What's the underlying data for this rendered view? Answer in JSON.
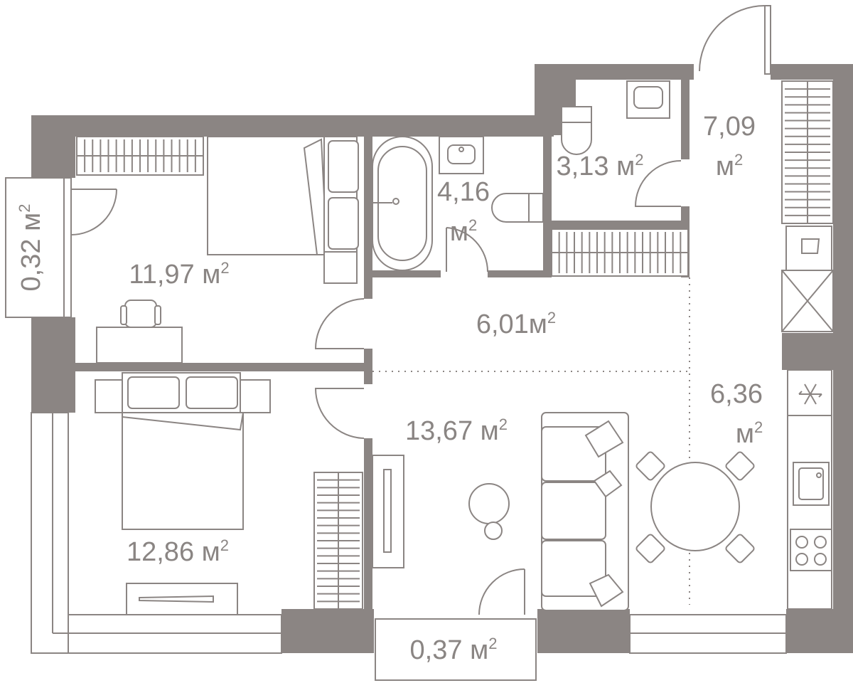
{
  "unit": "м",
  "unit_exponent": "2",
  "rooms": [
    {
      "id": "balcony-left",
      "area": "0,32"
    },
    {
      "id": "bedroom-1",
      "area": "11,97"
    },
    {
      "id": "bathroom",
      "area": "4,16"
    },
    {
      "id": "toilet",
      "area": "3,13"
    },
    {
      "id": "hallway",
      "area": "7,09"
    },
    {
      "id": "corridor",
      "area": "6,01"
    },
    {
      "id": "bedroom-2",
      "area": "12,86"
    },
    {
      "id": "living-room",
      "area": "13,67"
    },
    {
      "id": "kitchen",
      "area": "6,36"
    },
    {
      "id": "balcony-bottom",
      "area": "0,37"
    }
  ],
  "colors": {
    "wall": "#8b8583",
    "label": "#8a8583",
    "background": "#ffffff"
  },
  "icons": [
    "snowflake-icon",
    "sink-icon",
    "stove-icon",
    "bathtub-icon",
    "toilet-icon",
    "bed-icon",
    "sofa-icon",
    "dining-table-icon",
    "chair-icon",
    "wardrobe-icon"
  ]
}
